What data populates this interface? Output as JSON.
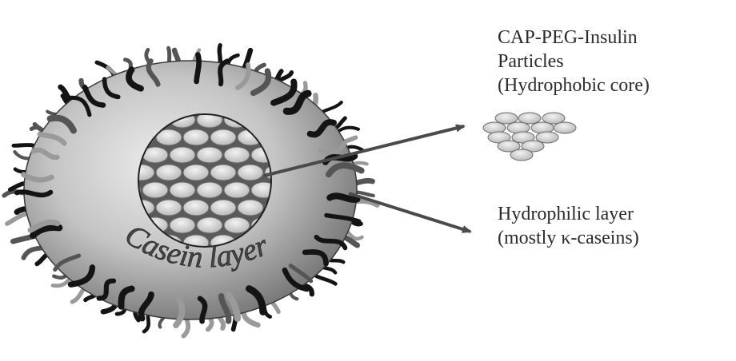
{
  "diagram": {
    "labels": {
      "core": {
        "line1": "CAP-PEG-Insulin",
        "line2": "Particles",
        "line3": "(Hydrophobic core)"
      },
      "hydrophilic": {
        "line1": "Hydrophilic layer",
        "line2": "(mostly κ-caseins)"
      },
      "casein_layer": "Casein layer"
    },
    "colors": {
      "sphere_light": "#e6e6e6",
      "sphere_dark": "#7a7a7a",
      "strand_black": "#141414",
      "strand_dark": "#555555",
      "strand_gray": "#9a9a9a",
      "bead": "#d9d9d9",
      "arrow": "#4a4a4a"
    }
  }
}
